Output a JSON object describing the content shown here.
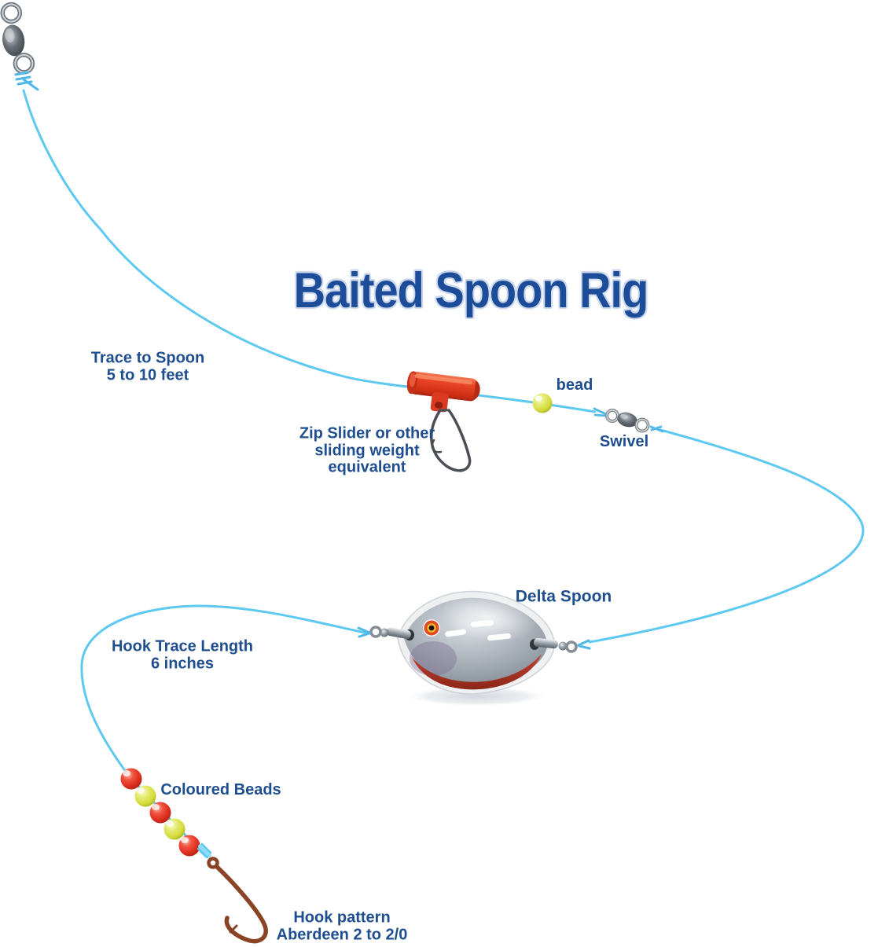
{
  "title": "Baited Spoon Rig",
  "labels": {
    "trace_to_spoon": {
      "line1": "Trace to Spoon",
      "line2": "5 to 10 feet"
    },
    "zip_slider": {
      "line1": "Zip Slider or other",
      "line2": "sliding weight",
      "line3": "equivalent"
    },
    "bead": {
      "text": "bead"
    },
    "swivel": {
      "text": "Swivel"
    },
    "delta_spoon": {
      "text": "Delta Spoon"
    },
    "hook_trace": {
      "line1": "Hook Trace Length",
      "line2": "6 inches"
    },
    "coloured_beads": {
      "text": "Coloured Beads"
    },
    "hook_pattern": {
      "line1": "Hook pattern",
      "line2": "Aberdeen 2 to 2/0"
    }
  },
  "parts": {
    "top_swivel": "barrel-swivel",
    "zip_slider": "zip-slider-with-snap-link",
    "single_bead": "yellow-bead",
    "mid_swivel": "barrel-swivel",
    "delta_spoon": "delta-spoon-lure",
    "coloured_beads_sequence": [
      "red",
      "yellow",
      "red",
      "yellow",
      "red"
    ],
    "hook": "aberdeen-hook"
  },
  "colors": {
    "line_blue": "#5ec9f0",
    "title_blue": "#1d4c99",
    "label_blue": "#1f4e8f",
    "slider_red": "#e63c22",
    "bead_yellow": "#d9df3e",
    "bead_red": "#e73b28",
    "hook_bronze": "#8a4425",
    "spoon_silver": "#a9b1b9",
    "spoon_lip_red": "#a83326",
    "metal_gray": "#8a9199"
  }
}
